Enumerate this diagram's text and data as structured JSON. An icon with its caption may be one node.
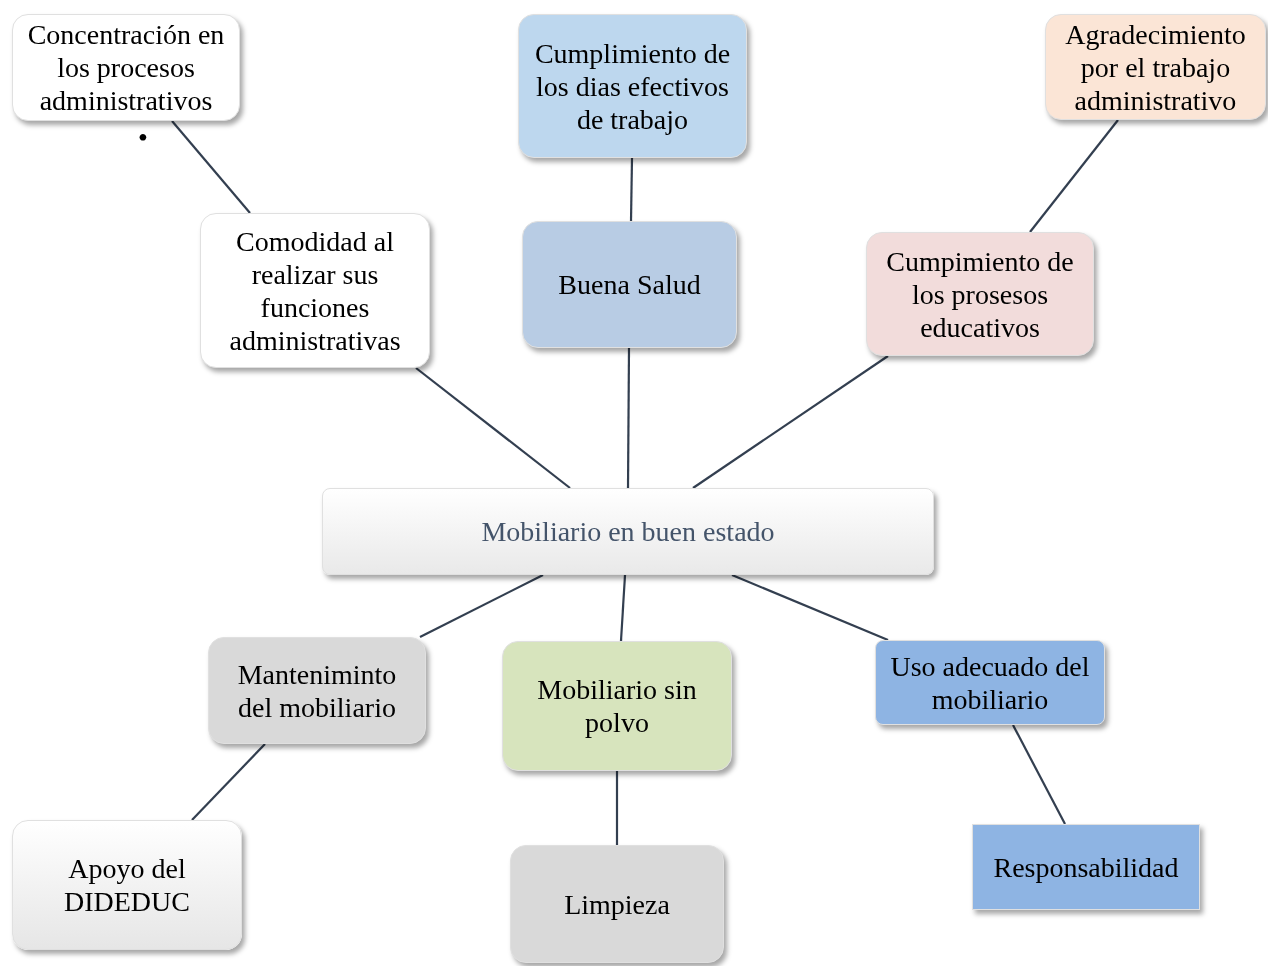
{
  "diagram": {
    "nodes": [
      {
        "text": [
          "Mobiliario en buen estado"
        ]
      },
      {
        "text": [
          "Comodidad al realizar sus funciones administrativas"
        ]
      },
      {
        "text": [
          "Buena Salud"
        ]
      },
      {
        "text": [
          "Cumpimiento de los prosesos educativos"
        ]
      },
      {
        "text": [
          "Concentración en los procesos administrativos"
        ],
        "beside": [
          "•"
        ]
      },
      {
        "text": [
          "Cumplimiento de los dias efectivos de trabajo"
        ]
      },
      {
        "text": [
          "Agradecimiento por el trabajo administrativo"
        ]
      },
      {
        "text": [
          "Manteniminto del mobiliario"
        ]
      },
      {
        "text": [
          "Mobiliario sin polvo"
        ]
      },
      {
        "text": [
          "Uso adecuado del mobiliario"
        ]
      },
      {
        "text": [
          "Apoyo del DIDEDUC"
        ]
      },
      {
        "text": [
          "Limpieza"
        ]
      },
      {
        "text": [
          "Responsabilidad"
        ]
      }
    ],
    "edges": [
      {
        "from": 0,
        "to": 1,
        "arrow": "none"
      },
      {
        "from": 0,
        "to": 2,
        "arrow": "none"
      },
      {
        "from": 0,
        "to": 3,
        "arrow": "none"
      },
      {
        "from": 1,
        "to": 4,
        "arrow": "none"
      },
      {
        "from": 2,
        "to": 5,
        "arrow": "none"
      },
      {
        "from": 3,
        "to": 6,
        "arrow": "none"
      },
      {
        "from": 0,
        "to": 7,
        "arrow": "none"
      },
      {
        "from": 0,
        "to": 8,
        "arrow": "none"
      },
      {
        "from": 0,
        "to": 9,
        "arrow": "none"
      },
      {
        "from": 7,
        "to": 10,
        "arrow": "none"
      },
      {
        "from": 8,
        "to": 11,
        "arrow": "none"
      },
      {
        "from": 9,
        "to": 12,
        "arrow": "none"
      }
    ]
  }
}
